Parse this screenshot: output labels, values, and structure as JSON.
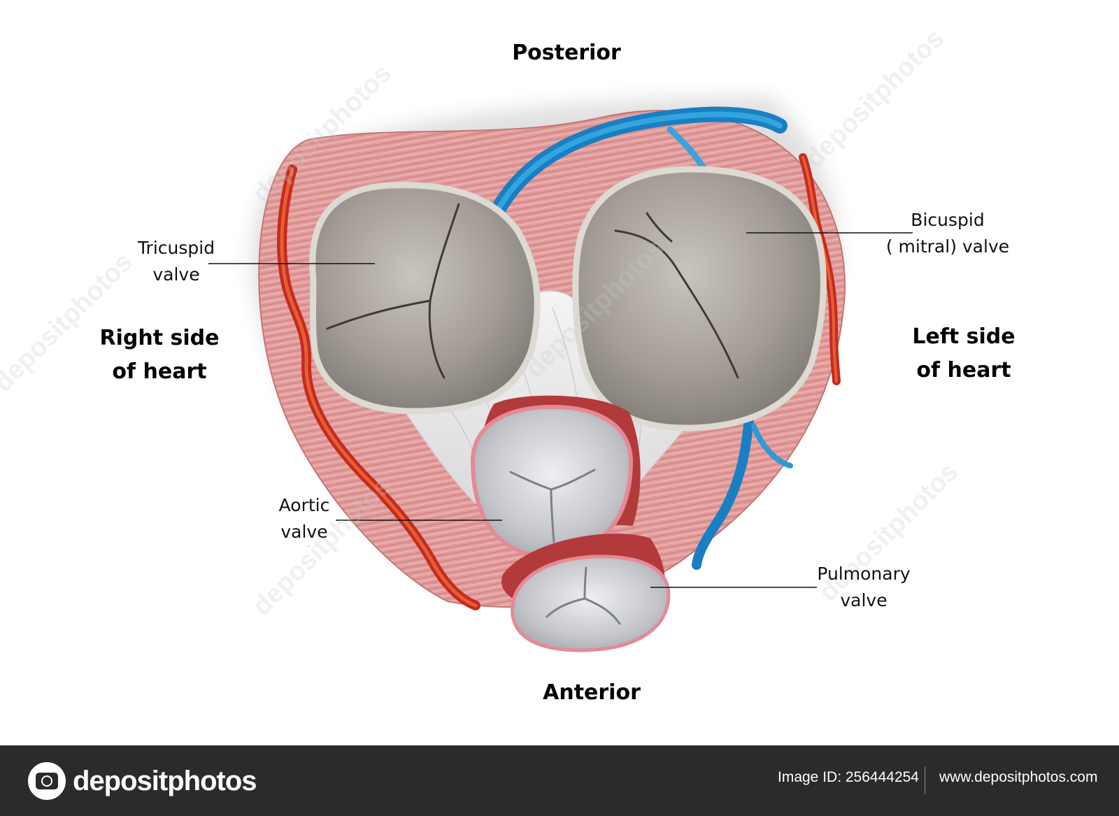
{
  "orientation": {
    "top": "Posterior",
    "bottom": "Anterior",
    "left": [
      "Right side",
      "of heart"
    ],
    "right": [
      "Left side",
      "of heart"
    ]
  },
  "labels": {
    "tricuspid": [
      "Tricuspid",
      "valve"
    ],
    "bicuspid": [
      "Bicuspid",
      "( mitral) valve"
    ],
    "aortic": [
      "Aortic",
      "valve"
    ],
    "pulmonary": [
      "Pulmonary",
      "valve"
    ]
  },
  "watermark": "depositphotos",
  "footer": {
    "brand": "depositphotos",
    "image_id": "Image ID: 256444254",
    "website": "www.depositphotos.com"
  },
  "colors": {
    "muscle": "#dc8e8d",
    "artery": "#d93a25",
    "vein": "#1f8fd0",
    "valve_ring": "#d8d6cf",
    "footer_bg": "#2b2b2b"
  }
}
